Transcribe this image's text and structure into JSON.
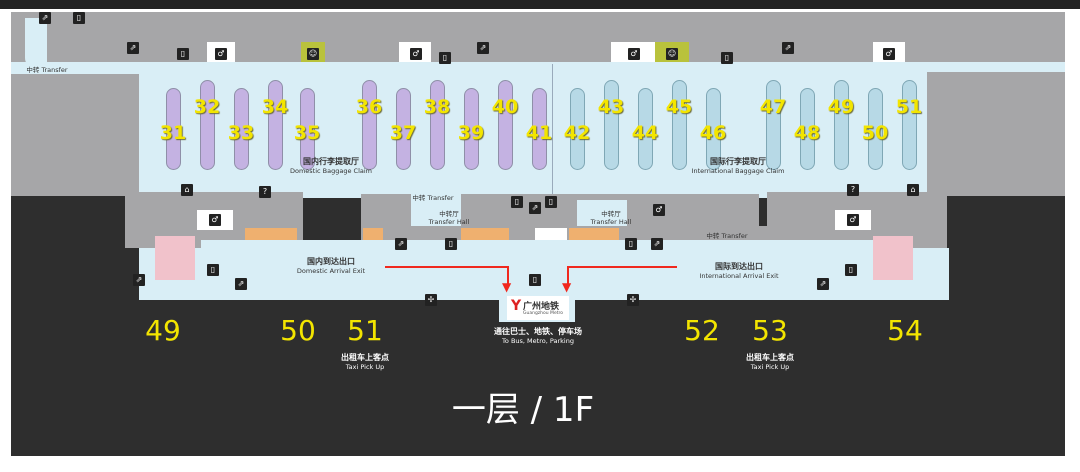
{
  "carousels": {
    "domestic": [
      "31",
      "32",
      "33",
      "34",
      "35",
      "36",
      "37",
      "38",
      "39",
      "40",
      "41"
    ],
    "international": [
      "42",
      "43",
      "44",
      "45",
      "46",
      "47",
      "48",
      "49",
      "50",
      "51"
    ]
  },
  "halls": {
    "domestic_zh": "国内行李提取厅",
    "domestic_en": "Domestic Baggage Claim",
    "international_zh": "国际行李提取厅",
    "international_en": "International Baggage Claim",
    "transfer_hall_zh": "中转厅",
    "transfer_hall_en": "Transfer Hall",
    "transfer_zh": "中转",
    "transfer_en": "Transfer"
  },
  "exits": {
    "domestic_zh": "国内到达出口",
    "domestic_en": "Domestic Arrival Exit",
    "international_zh": "国际到达出口",
    "international_en": "International Arrival Exit"
  },
  "metro": {
    "logo_zh": "广州地铁",
    "logo_en": "Guangzhou Metro",
    "to_zh": "通往巴士、地铁、停车场",
    "to_en": "To Bus, Metro, Parking"
  },
  "gates": [
    "49",
    "50",
    "51",
    "52",
    "53",
    "54"
  ],
  "taxi": {
    "zh": "出租车上客点",
    "en": "Taxi Pick Up"
  },
  "floor_label": "一层 / 1F",
  "colors": {
    "gate_number": "#f3e500",
    "arrow": "#f0281e",
    "domestic_carousel": "#c4b2e2",
    "international_carousel": "#b7d9e6"
  }
}
